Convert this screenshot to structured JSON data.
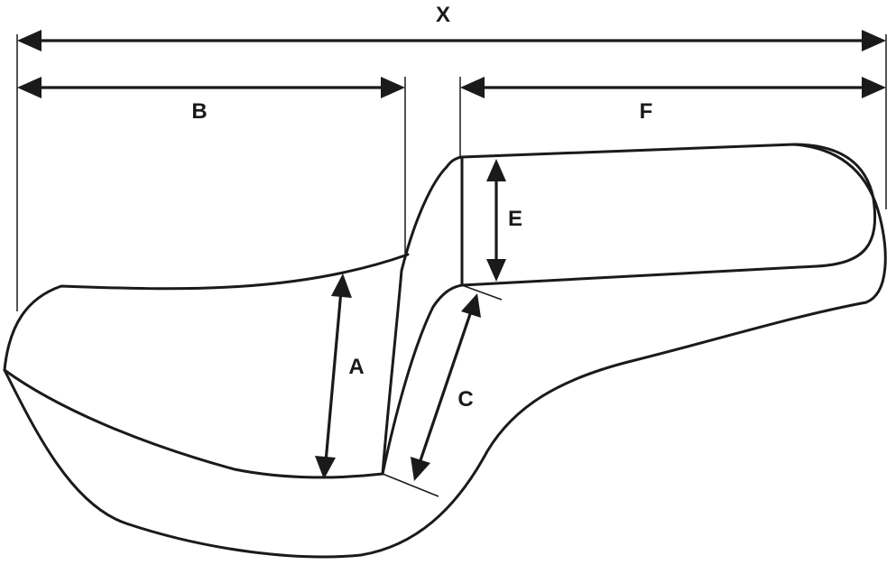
{
  "diagram": {
    "labels": {
      "x": "X",
      "b": "B",
      "f": "F",
      "e": "E",
      "a": "A",
      "c": "C"
    },
    "stroke_color": "#1a1a1a",
    "background": "#ffffff"
  }
}
